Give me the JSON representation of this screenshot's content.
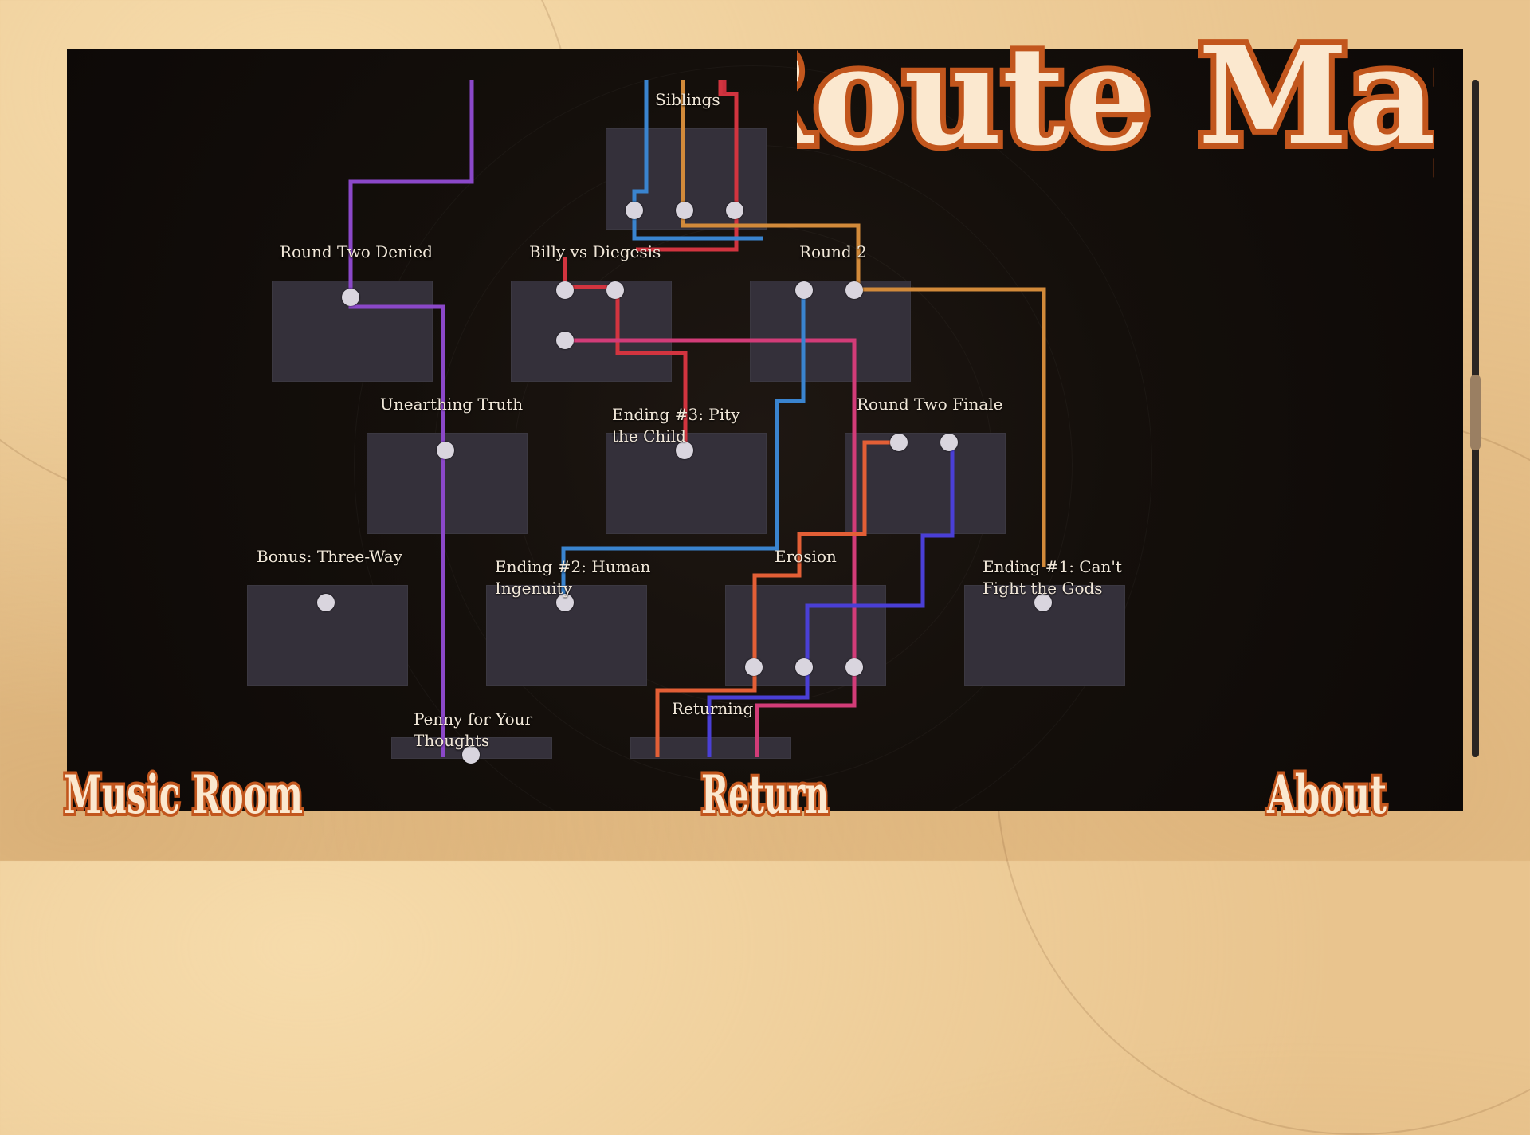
{
  "title": "Route Map",
  "nodes": [
    {
      "label": "Siblings"
    },
    {
      "label": "Round Two Denied"
    },
    {
      "label": "Billy vs Diegesis"
    },
    {
      "label": "Round 2"
    },
    {
      "label": "Unearthing Truth"
    },
    {
      "label": "Ending #3: Pity the Child"
    },
    {
      "label": "Round Two Finale"
    },
    {
      "label": "Bonus: Three-Way"
    },
    {
      "label": "Ending #2: Human Ingenuity"
    },
    {
      "label": "Erosion"
    },
    {
      "label": "Ending #1: Can't Fight the Gods"
    },
    {
      "label": "Penny for Your Thoughts"
    },
    {
      "label": "Returning"
    }
  ],
  "footer": {
    "music_room": "Music Room",
    "return": "Return",
    "about": "About"
  },
  "colors": {
    "title_fill": "#fbe8cf",
    "title_outline": "#c2561d",
    "route_purple": "#8b48c9",
    "route_red": "#d2343f",
    "route_blue": "#3a84cf",
    "route_orange": "#d28a3a",
    "route_pink": "#d23c78",
    "route_indigo": "#4a3fd6",
    "route_coral": "#e35f36"
  }
}
